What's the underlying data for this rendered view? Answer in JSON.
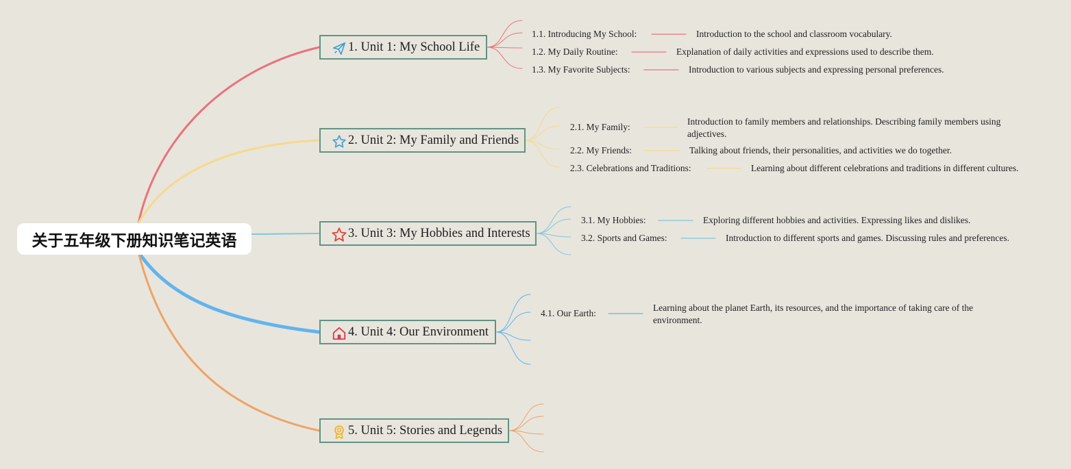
{
  "root": {
    "title": "关于五年级下册知识笔记英语"
  },
  "units": [
    {
      "label": "1. Unit 1: My School Life",
      "icon": "paper-plane-icon",
      "color": "#e8737a",
      "items": [
        {
          "label": "1.1. Introducing My School:",
          "desc": "Introduction to the school and classroom vocabulary."
        },
        {
          "label": "1.2. My Daily Routine:",
          "desc": "Explanation of daily activities and expressions used to describe them."
        },
        {
          "label": "1.3. My Favorite Subjects:",
          "desc": "Introduction to various subjects and expressing personal preferences."
        }
      ]
    },
    {
      "label": "2. Unit 2: My Family and Friends",
      "icon": "star-outline-icon",
      "color": "#f6d98b",
      "items": [
        {
          "label": "2.1. My Family:",
          "desc": "Introduction to family members and relationships. Describing family members using adjectives."
        },
        {
          "label": "2.2. My Friends:",
          "desc": "Talking about friends, their personalities, and activities we do together."
        },
        {
          "label": "2.3. Celebrations and Traditions:",
          "desc": "Learning about different celebrations and traditions in different cultures."
        }
      ]
    },
    {
      "label": "3. Unit 3: My Hobbies and Interests",
      "icon": "star-icon",
      "color": "#7fc8dc",
      "items": [
        {
          "label": "3.1. My Hobbies:",
          "desc": "Exploring different hobbies and activities. Expressing likes and dislikes."
        },
        {
          "label": "3.2. Sports and Games:",
          "desc": "Introduction to different sports and games. Discussing rules and preferences."
        }
      ]
    },
    {
      "label": "4. Unit 4: Our Environment",
      "icon": "home-icon",
      "color": "#62b4ec",
      "items": [
        {
          "label": "4.1. Our Earth:",
          "desc": "Learning about the planet Earth, its resources, and the importance of taking care of the environment."
        }
      ]
    },
    {
      "label": "5. Unit 5: Stories and Legends",
      "icon": "award-icon",
      "color": "#eda466",
      "items": []
    }
  ]
}
